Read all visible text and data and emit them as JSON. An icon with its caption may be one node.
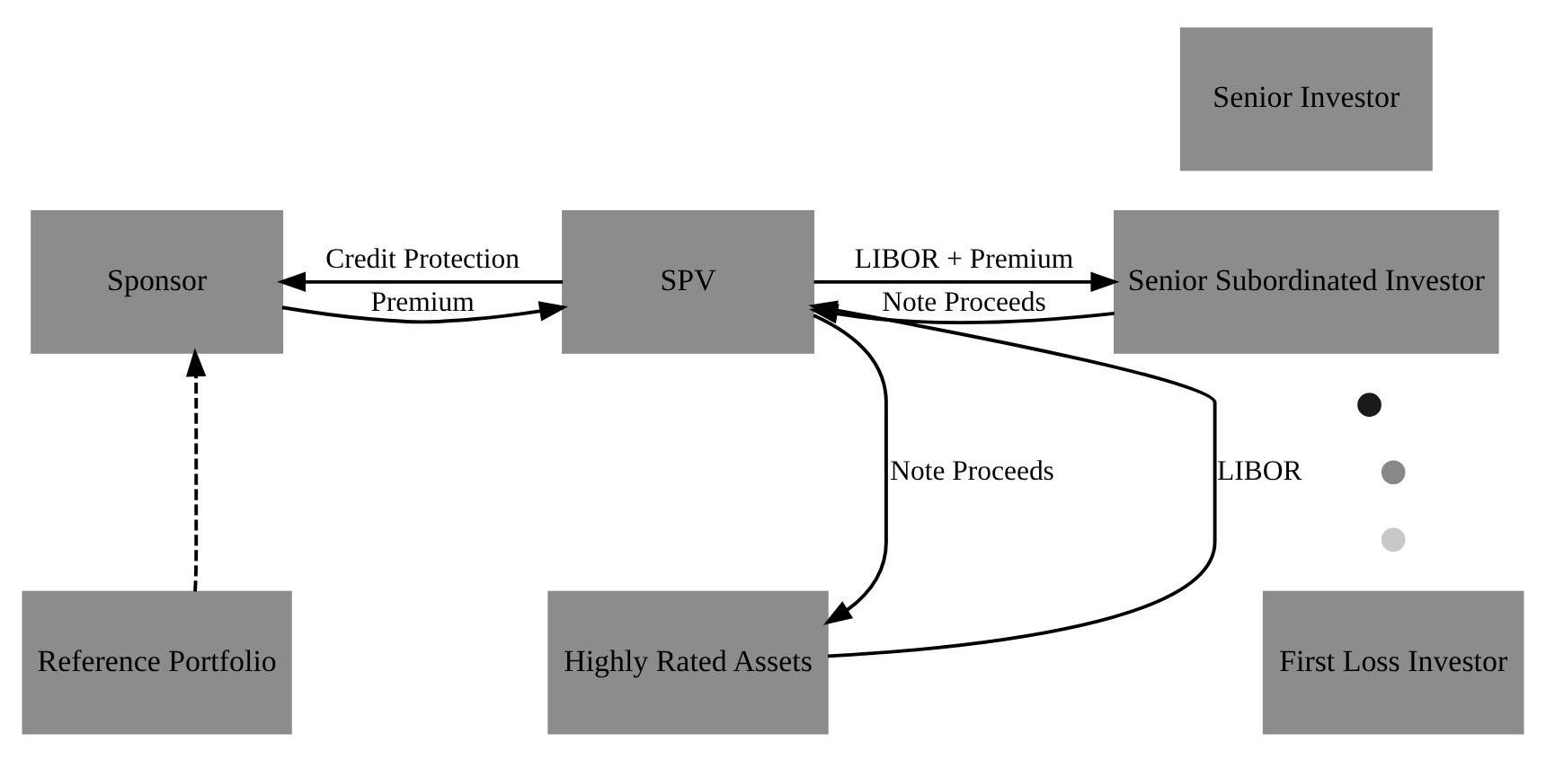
{
  "diagram": {
    "nodes": [
      {
        "text": [
          "Sponsor"
        ]
      },
      {
        "text": [
          "SPV"
        ]
      },
      {
        "text": [
          "Senior Investor"
        ]
      },
      {
        "text": [
          "Senior Subordinated Investor"
        ]
      },
      {
        "text": [
          "Reference Portfolio"
        ]
      },
      {
        "text": [
          "Highly Rated Assets"
        ]
      },
      {
        "text": [
          "First Loss Investor"
        ]
      },
      {
        "text": [],
        "shape": "circle"
      },
      {
        "text": [],
        "shape": "circle"
      },
      {
        "text": [],
        "shape": "circle"
      }
    ],
    "edges": [
      {
        "from": 0,
        "to": 1,
        "arrow": "to",
        "label": "Premium"
      },
      {
        "from": 1,
        "to": 0,
        "arrow": "to",
        "label": "Credit Protection"
      },
      {
        "from": 1,
        "to": 3,
        "arrow": "to",
        "label": "LIBOR + Premium"
      },
      {
        "from": 3,
        "to": 1,
        "arrow": "to",
        "label": "Note Proceeds"
      },
      {
        "from": 4,
        "to": 0,
        "arrow": "to",
        "style": "dashed"
      },
      {
        "from": 5,
        "to": 1,
        "arrow": "to",
        "label": "LIBOR"
      },
      {
        "from": 1,
        "to": 5,
        "arrow": "to",
        "label": "Note Proceeds"
      }
    ]
  }
}
